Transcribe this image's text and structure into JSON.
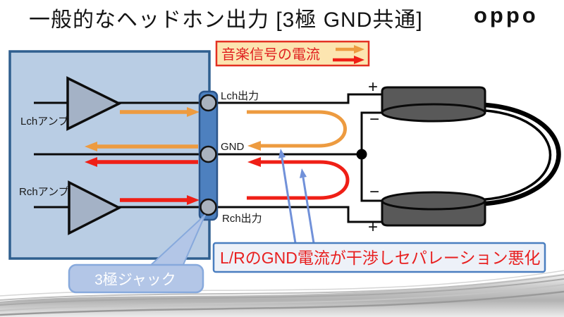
{
  "slide": {
    "title": "一般的なヘッドホン出力 [3極 GND共通]",
    "brand": "oppo"
  },
  "legend": {
    "label": "音楽信号の電流"
  },
  "amps": {
    "lch": "Lchアンプ",
    "rch": "Rchアンプ"
  },
  "jack_pins": {
    "lch": "Lch出力",
    "gnd": "GND",
    "rch": "Rch出力"
  },
  "jack_callout": {
    "label": "3極ジャック"
  },
  "driver_terminals": {
    "lch_plus": "+",
    "lch_minus": "−",
    "rch_minus": "−",
    "rch_plus": "+"
  },
  "annotation": {
    "label": "L/RのGND電流が干渉しセパレーション悪化"
  },
  "colors": {
    "lch_signal_orange": "#ED9B40",
    "rch_signal_red": "#EF1F16",
    "amp_box_fill": "#B9CDE4",
    "amp_box_border": "#2F5F8F",
    "jack_fill": "#4D80BF",
    "callout_fill": "#B3C6E7",
    "annotation_border": "#4A7EC0",
    "legend_fill": "#FCE5B0",
    "legend_border": "#E33022",
    "driver_fill": "#595959",
    "pointer_blue": "#7191D9"
  }
}
